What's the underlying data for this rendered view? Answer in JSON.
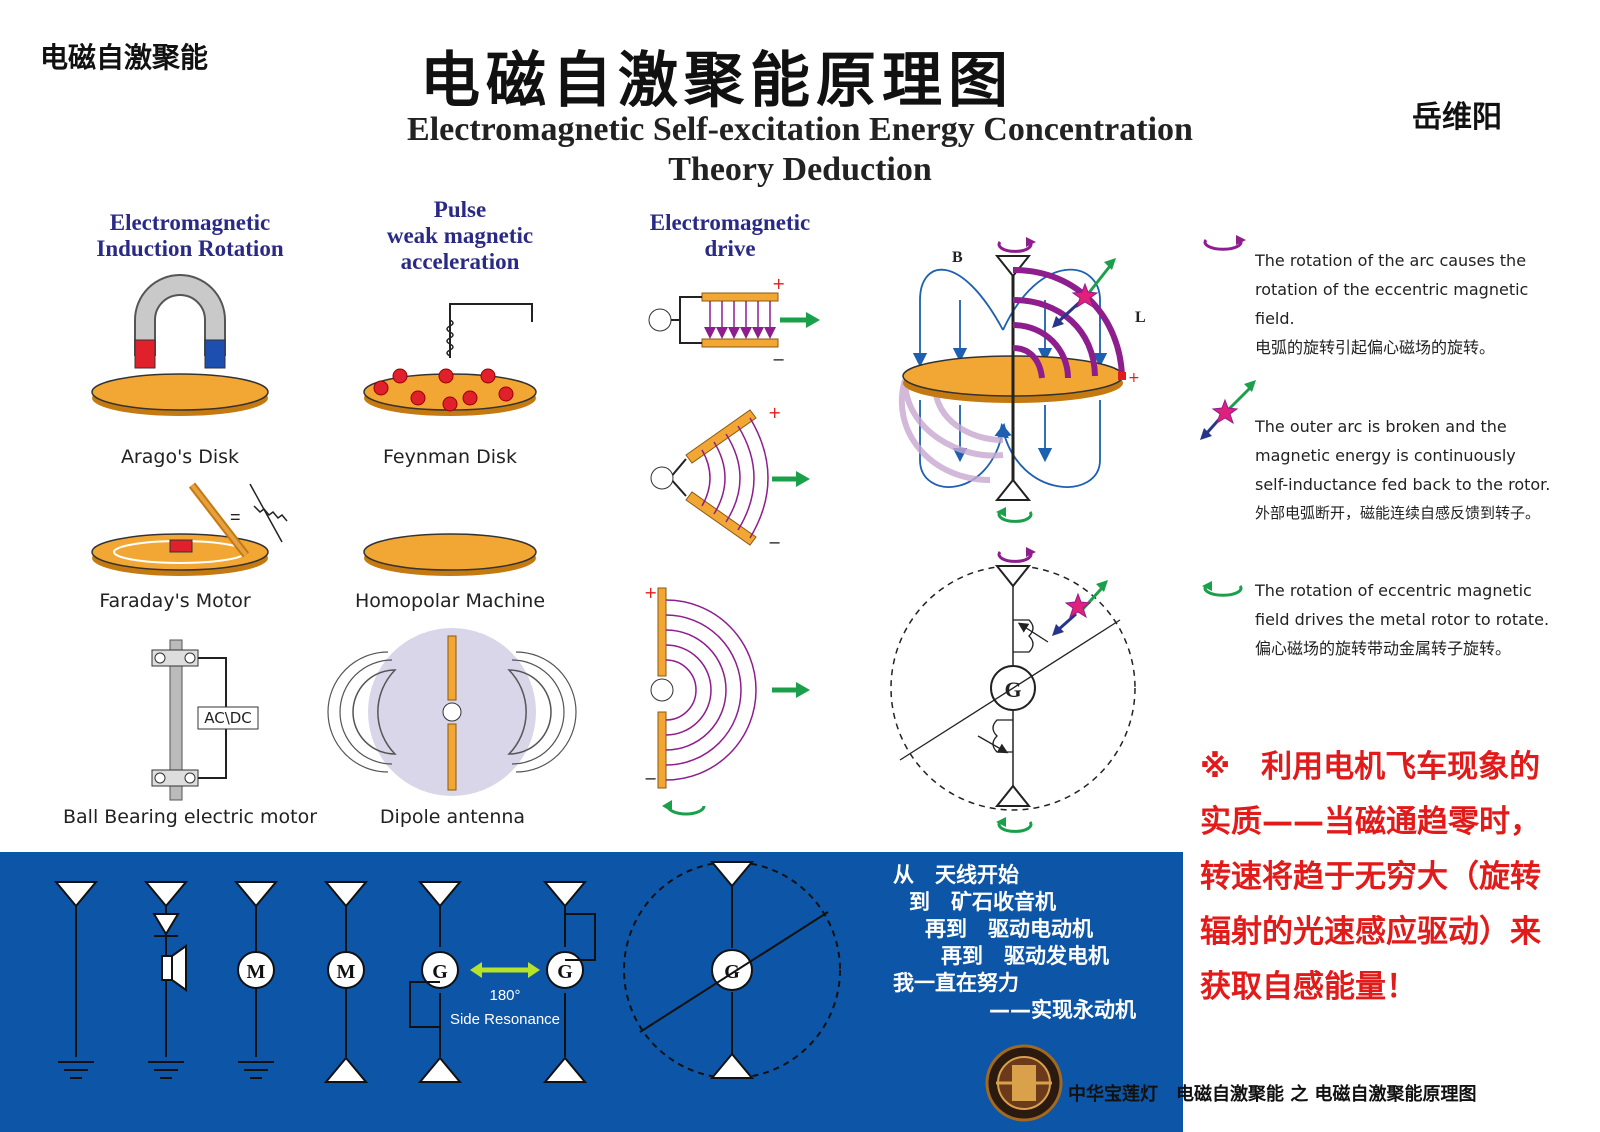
{
  "header": {
    "brand": "电磁自激聚能",
    "title_cn": "电磁自激聚能原理图",
    "title_en_line1": "Electromagnetic Self-excitation Energy Concentration",
    "title_en_line2": "Theory Deduction",
    "author": "岳维阳"
  },
  "columns": {
    "col1_title_line1": "Electromagnetic",
    "col1_title_line2": "Induction Rotation",
    "col2_title_line1": "Pulse",
    "col2_title_line2": "weak magnetic",
    "col2_title_line3": "acceleration",
    "col3_title_line1": "Electromagnetic",
    "col3_title_line2": "drive"
  },
  "captions": {
    "arago": "Arago's Disk",
    "feynman": "Feynman Disk",
    "faraday": "Faraday's Motor",
    "homopolar": "Homopolar Machine",
    "ball_bearing": "Ball Bearing electric motor",
    "dipole": "Dipole antenna",
    "acdc": "AC\\DC"
  },
  "diagram_labels": {
    "b": "B",
    "l": "L",
    "plus": "+",
    "minus": "−",
    "equals": "=",
    "generator": "G",
    "motor": "M"
  },
  "legend": {
    "item1_en_1": "The rotation of the arc causes the",
    "item1_en_2": "rotation of the eccentric magnetic",
    "item1_en_3": "field.",
    "item1_cn": "电弧的旋转引起偏心磁场的旋转。",
    "item2_en_1": "The outer arc is broken and the",
    "item2_en_2": "magnetic energy is continuously",
    "item2_en_3": "self-inductance fed back to the rotor.",
    "item2_cn": "外部电弧断开，磁能连续自感反馈到转子。",
    "item3_en_1": "The rotation of eccentric magnetic",
    "item3_en_2": "field drives the metal rotor to rotate.",
    "item3_cn": "偏心磁场的旋转带动金属转子旋转。"
  },
  "note": {
    "line1": "※　利用电机飞车现象的",
    "line2": "实质——当磁通趋零时，",
    "line3": "转速将趋于无穷大（旋转",
    "line4": "辐射的光速感应驱动）来",
    "line5": "获取自感能量！"
  },
  "bottom": {
    "angle": "180°",
    "resonance": "Side Resonance",
    "step1": "从　天线开始",
    "step2": "到　矿石收音机",
    "step3": "再到　驱动电动机",
    "step4": "再到　驱动发电机",
    "step5": "我一直在努力",
    "step6": "——实现永动机"
  },
  "footer": {
    "text": "中华宝莲灯　电磁自激聚能 之 电磁自激聚能原理图"
  },
  "colors": {
    "disk": "#f2a735",
    "purple": "#8e1d8e",
    "field_blue": "#1d5fb0",
    "arrow_green": "#1aa04a",
    "band": "#0d55a6",
    "note_red": "#e21a1a"
  }
}
